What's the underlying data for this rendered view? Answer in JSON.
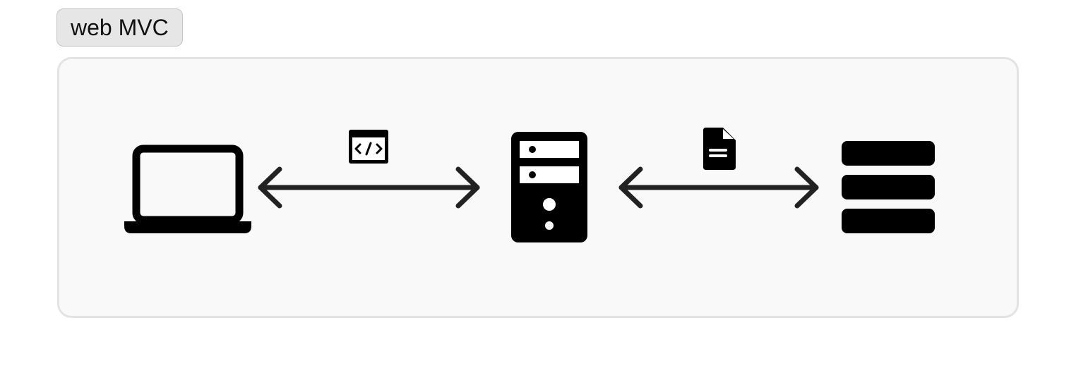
{
  "badge": {
    "label": "web MVC"
  },
  "nodes": [
    {
      "id": "client",
      "icon": "laptop-icon"
    },
    {
      "id": "server",
      "icon": "server-tower-icon"
    },
    {
      "id": "storage",
      "icon": "database-icon"
    }
  ],
  "edges": [
    {
      "from": "client",
      "to": "server",
      "direction": "bidirectional",
      "icon": "code-window-icon"
    },
    {
      "from": "server",
      "to": "storage",
      "direction": "bidirectional",
      "icon": "document-icon"
    }
  ],
  "colors": {
    "icon": "#000000",
    "arrow": "#222222",
    "panel_background": "#f9f9f9",
    "panel_border": "#e3e3e3",
    "badge_background": "#e6e6e6"
  }
}
